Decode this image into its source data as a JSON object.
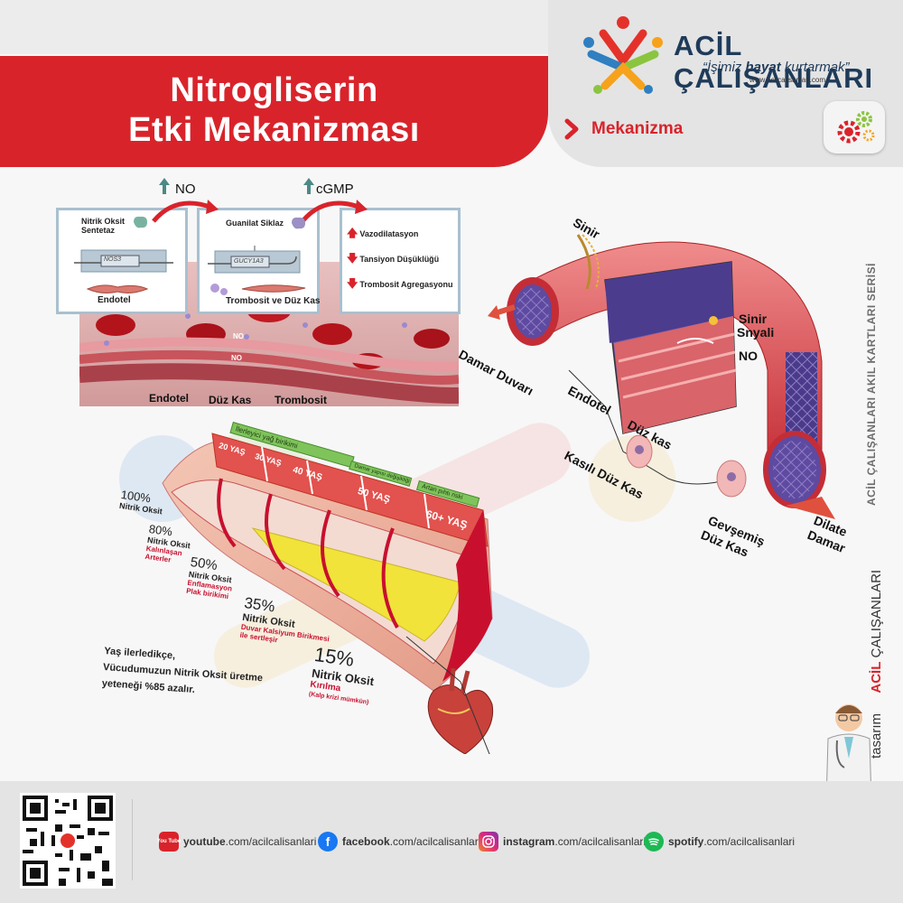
{
  "header": {
    "title_line1": "Nitrogliserin",
    "title_line2": "Etki Mekanizması",
    "brand_name": "ACİL ÇALIŞANLARI",
    "slogan_prefix": "“İşimiz ",
    "slogan_bold": "hayat",
    "slogan_suffix": " kurtarmak”",
    "url": "www.acilcalisanlari.com",
    "section": "Mekanizma"
  },
  "side": {
    "series": "ACİL ÇALIŞANLARI AKIL KARTLARI SERİSİ",
    "design_label": "tasarım",
    "design_brand_bold": "ACİL",
    "design_brand_rest": "ÇALIŞANLARI"
  },
  "top_left": {
    "no_label": "NO",
    "cgmp_label": "cGMP",
    "panel1": {
      "enzyme": "Nitrik Oksit Sentetaz",
      "gene": "NOS3",
      "cell": "Endotel"
    },
    "panel2": {
      "enzyme": "Guanilat Siklaz",
      "gene": "GUCY1A3",
      "cells": "Trombosit ve Düz Kas"
    },
    "effects": [
      "Vazodilatasyon",
      "Tansiyon Düşüklüğü",
      "Trombosit Agregasyonu"
    ],
    "vessel_labels": {
      "endotel": "Endotel",
      "duz_kas": "Düz Kas",
      "trombosit": "Trombosit",
      "no1": "NO",
      "no2": "NO"
    }
  },
  "right_diagram": {
    "sinir": "Sinir",
    "sinir_sinyali_1": "Sinir",
    "sinir_sinyali_2": "Snyali",
    "no": "NO",
    "damar_duvari": "Damar Duvarı",
    "endotel": "Endotel",
    "duz_kas": "Düz kas",
    "kasili_duz_kas": "Kasılı Düz Kas",
    "gevsemis_1": "Gevşemiş",
    "gevsemis_2": "Düz Kas",
    "dilate_1": "Dilate",
    "dilate_2": "Damar"
  },
  "artery": {
    "header_tags": [
      "İlerleyici yağ birikimi",
      "Damar yapısı değişikliği",
      "Artan pıhtı riski"
    ],
    "ages": [
      "20 YAŞ",
      "30 YAŞ",
      "40 YAŞ",
      "50 YAŞ",
      "60+ YAŞ"
    ],
    "stages": [
      {
        "pct": "100%",
        "label": "Nitrik Oksit",
        "note": ""
      },
      {
        "pct": "80%",
        "label": "Nitrik Oksit",
        "note": "Kalınlaşan Arterler"
      },
      {
        "pct": "50%",
        "label": "Nitrik Oksit",
        "note": "Enflamasyon Plak birikimi"
      },
      {
        "pct": "35%",
        "label": "Nitrik Oksit",
        "note": "Duvar Kalsiyum Birikmesi ile sertleşir"
      },
      {
        "pct": "15%",
        "label": "Nitrik Oksit",
        "note": "Kırılma",
        "subnote": "(Kalp krizi mümkün)"
      }
    ],
    "summary_1": "Yaş ilerledikçe,",
    "summary_2": "Vücudumuzun Nitrik Oksit üretme",
    "summary_3": "yeteneği %85 azalır."
  },
  "footer": {
    "youtube": {
      "bold": "youtube",
      "rest": ".com/acilcalisanlari",
      "icon_text": "You Tube"
    },
    "facebook": {
      "bold": "facebook",
      "rest": ".com/acilcalisanlari"
    },
    "instagram": {
      "bold": "instagram",
      "rest": ".com/acilcalisanlari"
    },
    "spotify": {
      "bold": "spotify",
      "rest": ".com/acilcalisanlari"
    }
  },
  "colors": {
    "brand_red": "#d9232b",
    "brand_navy": "#1f3b5a",
    "panel_border": "#a9c0cf",
    "age_band": "#e2524e",
    "plaque": "#f2e33a"
  }
}
